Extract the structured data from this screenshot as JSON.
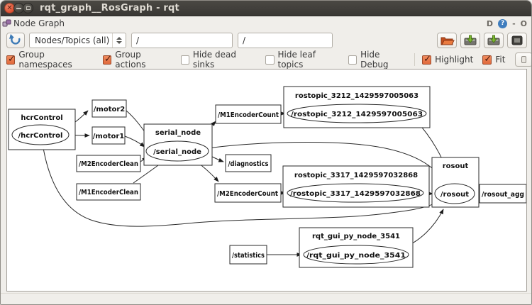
{
  "colors": {
    "titlebar_bg": "#3c3b37",
    "panel_bg": "#f0eeea",
    "accent_orange": "#e16a3c",
    "help_blue": "#3f7dbe",
    "close_button_red": "#de4f30",
    "canvas_bg": "#ffffff"
  },
  "window": {
    "title": "rqt_graph__RosGraph - rqt"
  },
  "panel": {
    "title": "Node Graph",
    "controls": {
      "dock": "D",
      "help": "?",
      "minimize": "-",
      "float": "O"
    }
  },
  "toolbar": {
    "refresh_icon": "refresh-circular-arrow-icon",
    "filter_dropdown_value": "Nodes/Topics (all)",
    "namespace_filter_value": "/",
    "topic_filter_value": "/",
    "buttons": [
      {
        "icon": "open-folder-icon"
      },
      {
        "icon": "save-dot-file-icon"
      },
      {
        "icon": "save-image-icon"
      },
      {
        "icon": "screenshot-icon"
      }
    ]
  },
  "options": {
    "checkboxes": [
      {
        "label": "Group namespaces",
        "checked": true
      },
      {
        "label": "Group actions",
        "checked": true
      },
      {
        "label": "Hide dead sinks",
        "checked": false
      },
      {
        "label": "Hide leaf topics",
        "checked": false
      },
      {
        "label": "Hide Debug",
        "checked": false
      },
      {
        "label": "Highlight",
        "checked": true
      },
      {
        "label": "Fit",
        "checked": true
      }
    ]
  },
  "graph": {
    "namespaces": {
      "hcrControl": "hcrControl",
      "serial_node": "serial_node",
      "rostopic_3212": "rostopic_3212_1429597005063",
      "rostopic_3317": "rostopic_3317_1429597032868",
      "rosout": "rosout",
      "rqt_gui": "rqt_gui_py_node_3541"
    },
    "nodes": {
      "hcrControl": "/hcrControl",
      "serial_node": "/serial_node",
      "rostopic_3212": "/rostopic_3212_1429597005063",
      "rostopic_3317": "/rostopic_3317_1429597032868",
      "rosout": "/rosout",
      "rqt_gui": "/rqt_gui_py_node_3541"
    },
    "topics": {
      "motor2": "/motor2",
      "motor1": "/motor1",
      "m2_encoder_clean": "/M2EncoderClean",
      "m1_encoder_clean": "/M1EncoderClean",
      "m1_encoder_count": "/M1EncoderCount",
      "diagnostics": "/diagnostics",
      "m2_encoder_count": "/M2EncoderCount",
      "rosout_agg": "/rosout_agg",
      "statistics": "/statistics"
    }
  }
}
